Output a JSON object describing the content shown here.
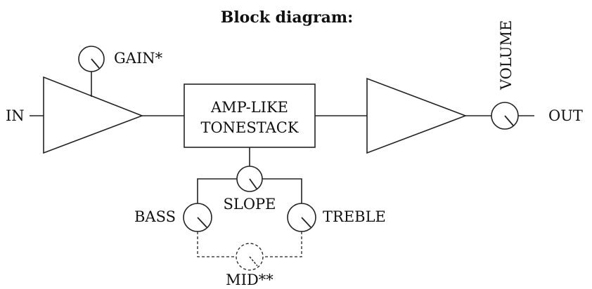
{
  "title": "Block diagram:",
  "labels": {
    "input": "IN",
    "output": "OUT",
    "gain": "GAIN*",
    "volume": "VOLUME",
    "tonestack_line1": "AMP-LIKE",
    "tonestack_line2": "TONESTACK",
    "slope": "SLOPE",
    "bass": "BASS",
    "treble": "TREBLE",
    "mid": "MID**"
  }
}
